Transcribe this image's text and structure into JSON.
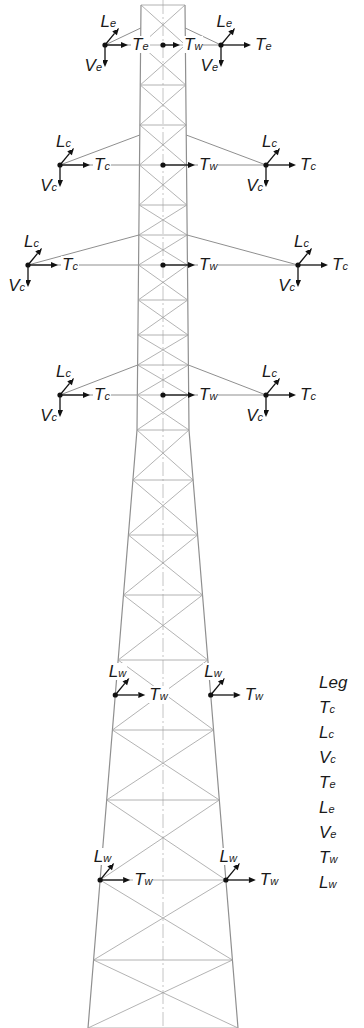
{
  "diagram": {
    "labels": [
      "Le",
      "Le",
      "Te",
      "Tw",
      "Te",
      "Ve",
      "Ve",
      "Lc",
      "Tc",
      "Tw",
      "Lc",
      "Tc",
      "Vc",
      "Vc",
      "Lc",
      "Tc",
      "Tw",
      "Lc",
      "Tc",
      "Vc",
      "Vc",
      "Lc",
      "Tc",
      "Tw",
      "Lc",
      "Tc",
      "Vc",
      "Vc",
      "Lw",
      "Tw",
      "Lw",
      "Tw",
      "Lw",
      "Tw",
      "Lw",
      "Tw",
      "Leg",
      "Tc",
      "Lc",
      "Vc",
      "Te",
      "Le",
      "Ve",
      "Tw",
      "Lw"
    ]
  }
}
